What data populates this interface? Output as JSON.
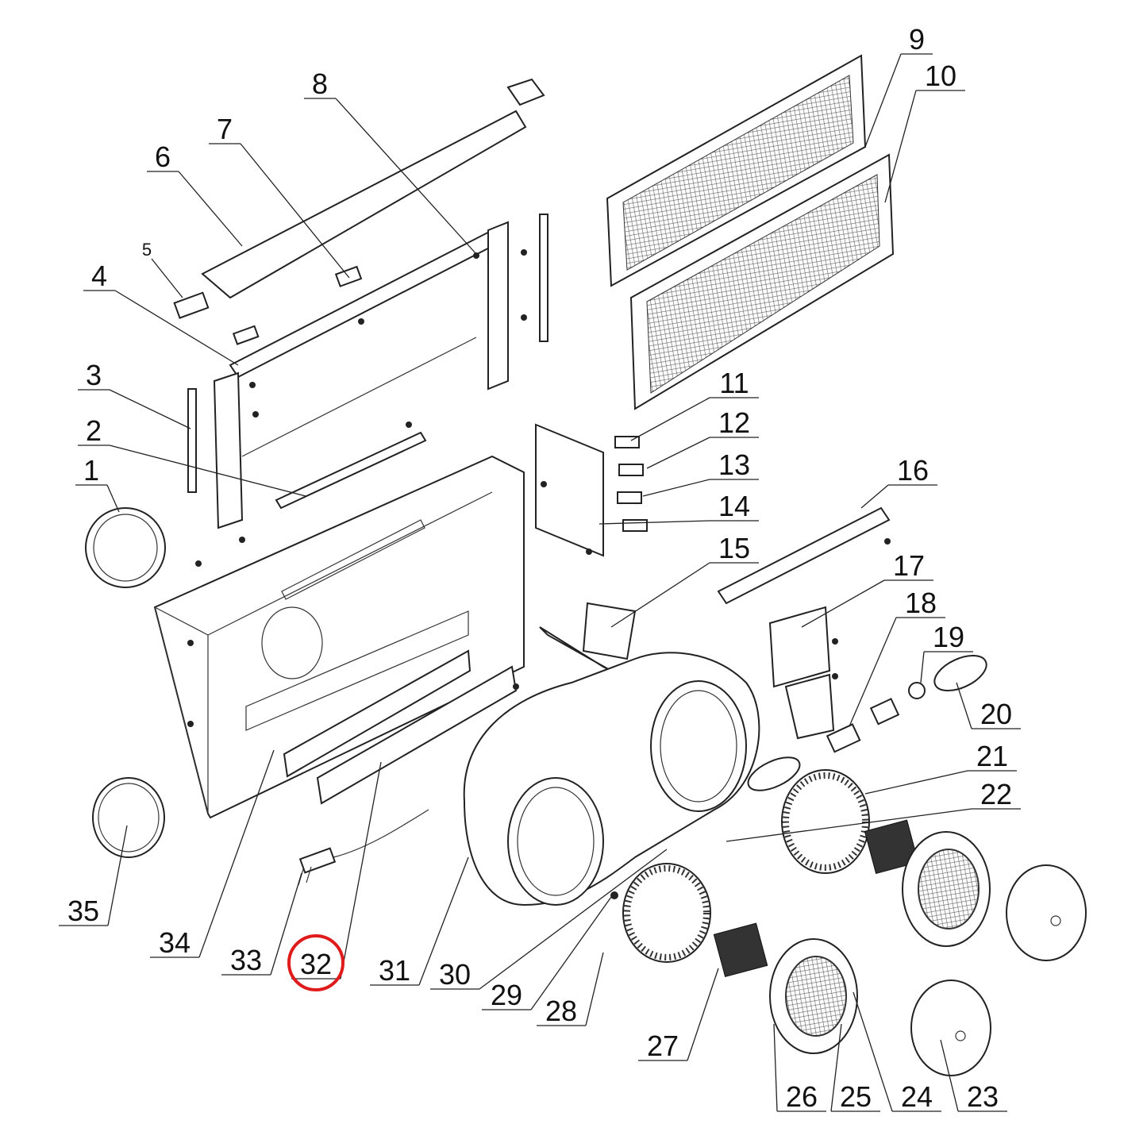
{
  "diagram": {
    "type": "exploded-parts-view",
    "highlight_color": "#e01b1b",
    "highlighted_part": "32",
    "part_labels": [
      "1",
      "2",
      "3",
      "4",
      "5",
      "6",
      "7",
      "8",
      "9",
      "10",
      "11",
      "12",
      "13",
      "14",
      "15",
      "16",
      "17",
      "18",
      "19",
      "20",
      "21",
      "22",
      "23",
      "24",
      "25",
      "26",
      "27",
      "28",
      "29",
      "30",
      "31",
      "32",
      "33",
      "34",
      "35"
    ]
  }
}
